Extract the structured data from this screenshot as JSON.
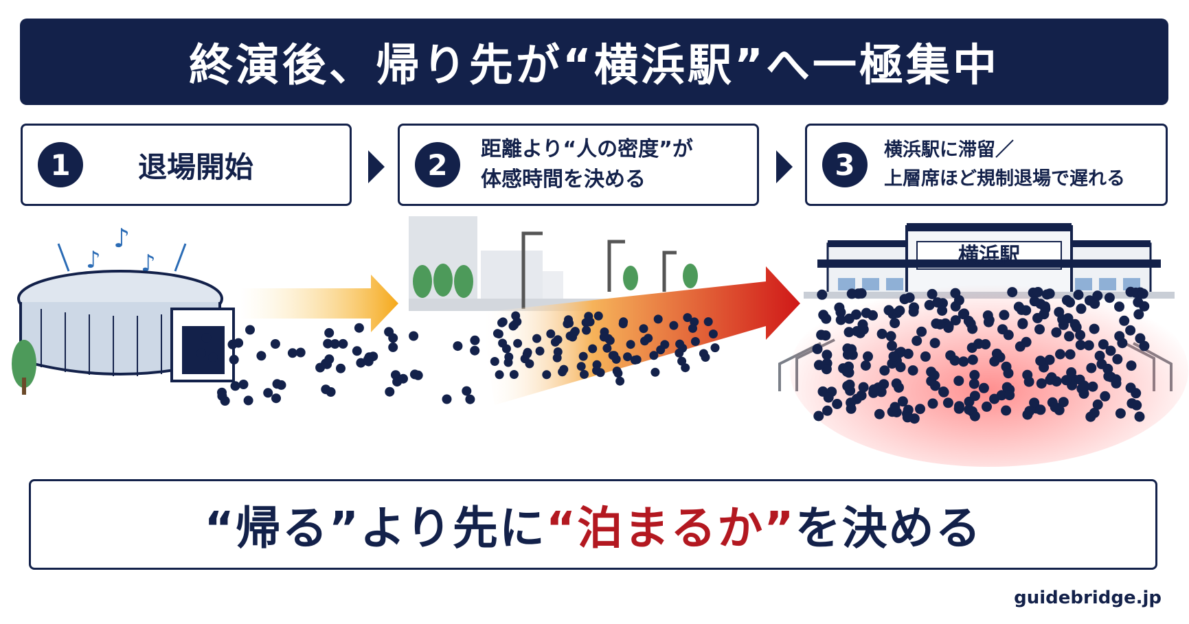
{
  "title": "終演後、帰り先が“横浜駅”へ一極集中",
  "steps": [
    {
      "num": "1",
      "line1": "退場開始",
      "line2": ""
    },
    {
      "num": "2",
      "line1": "距離より“人の密度”が",
      "line2": "体感時間を決める"
    },
    {
      "num": "3",
      "line1": "横浜駅に滞留／",
      "line2": "上層席ほど規制退場で遅れる"
    }
  ],
  "station_sign": "横浜駅",
  "bottom": {
    "part1": "“帰る”",
    "part2": "より先に",
    "part3": "“泊まるか”",
    "part4": "を決める"
  },
  "credit": "guidebridge.jp",
  "colors": {
    "navy": "#13214a",
    "red": "#b31820",
    "orange": "#f0a020",
    "accent_blue": "#2a6bb5"
  }
}
